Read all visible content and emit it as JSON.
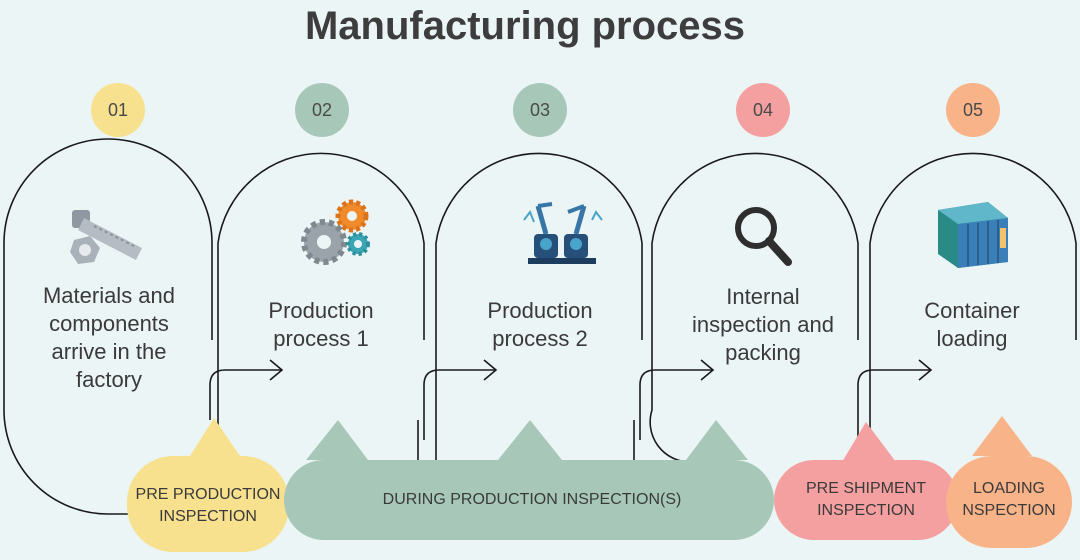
{
  "title": "Manufacturing process",
  "colors": {
    "background": "#ecf5f6",
    "yellow": "#f7e08e",
    "green": "#a7c8b9",
    "pink": "#f5a0a0",
    "orange": "#f8b488"
  },
  "steps": [
    {
      "number": "01",
      "label": "Materials and components arrive in the factory",
      "icon": "bolt-and-nut-icon"
    },
    {
      "number": "02",
      "label": "Production process 1",
      "icon": "gears-icon"
    },
    {
      "number": "03",
      "label": "Production process 2",
      "icon": "robotic-arms-icon"
    },
    {
      "number": "04",
      "label": "Internal inspection and packing",
      "icon": "magnifier-icon"
    },
    {
      "number": "05",
      "label": "Container loading",
      "icon": "shipping-container-icon"
    }
  ],
  "inspections": {
    "pre_production": "PRE PRODUCTION INSPECTION",
    "during_production": "DURING PRODUCTION INSPECTION(S)",
    "pre_shipment": "PRE SHIPMENT INSPECTION",
    "loading": "LOADING NSPECTION"
  }
}
